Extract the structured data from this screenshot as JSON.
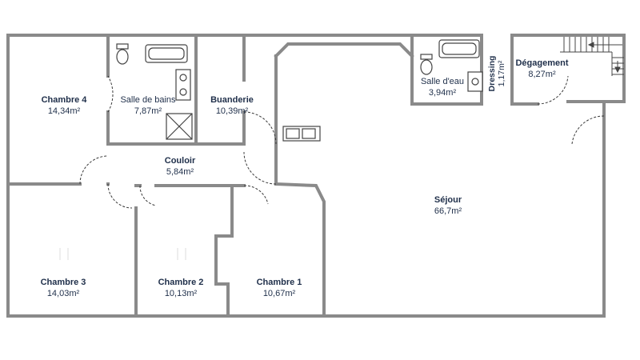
{
  "plan": {
    "colors": {
      "wall": "#8a8a8a",
      "wall_dark": "#6f6f6f",
      "label": "#1f2f4a",
      "door": "#3a3a3a",
      "fixture": "#444444"
    },
    "rooms": {
      "chambre4": {
        "name": "Chambre 4",
        "area": "14,34m²"
      },
      "sdb": {
        "name": "Salle de bains",
        "area": "7,87m²"
      },
      "buanderie": {
        "name": "Buanderie",
        "area": "10,39m²"
      },
      "sde": {
        "name": "Salle d'eau",
        "area": "3,94m²"
      },
      "dressing": {
        "name": "Dressing",
        "area": "1,17m²"
      },
      "degagement": {
        "name": "Dégagement",
        "area": "8,27m²"
      },
      "couloir": {
        "name": "Couloir",
        "area": "5,84m²"
      },
      "sejour": {
        "name": "Séjour",
        "area": "66,7m²"
      },
      "chambre3": {
        "name": "Chambre 3",
        "area": "14,03m²"
      },
      "chambre2": {
        "name": "Chambre 2",
        "area": "10,13m²"
      },
      "chambre1": {
        "name": "Chambre 1",
        "area": "10,67m²"
      }
    }
  }
}
